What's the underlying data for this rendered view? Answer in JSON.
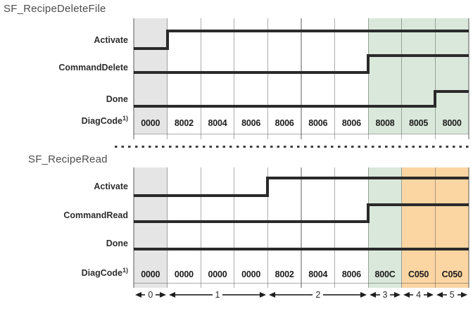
{
  "footnote_mark": "1)",
  "colors": {
    "highlight_gray": "#e5e5e5",
    "highlight_green": "#d9e8db",
    "highlight_orange": "#fbd5a2",
    "signal_line": "#2a2a2a",
    "grid_line": "rgba(74,74,74,0.45)",
    "text": "#333333"
  },
  "diagrams": [
    {
      "title": "SF_RecipeDeleteFile",
      "signals": [
        {
          "label": "Activate",
          "rises_at_column": 1
        },
        {
          "label": "CommandDelete",
          "rises_at_column": 7
        },
        {
          "label": "Done",
          "rises_at_column": 9
        }
      ],
      "diag_label": "DiagCode",
      "diag_codes": [
        "0000",
        "8002",
        "8004",
        "8006",
        "8006",
        "8006",
        "8006",
        "8008",
        "8005",
        "8000"
      ],
      "column_highlights": {
        "gray": [
          0
        ],
        "green": [
          7,
          8,
          9
        ],
        "orange": []
      }
    },
    {
      "title": "SF_RecipeRead",
      "signals": [
        {
          "label": "Activate",
          "rises_at_column": 4
        },
        {
          "label": "CommandRead",
          "rises_at_column": 7
        },
        {
          "label": "Done",
          "rises_at_column": null
        }
      ],
      "diag_label": "DiagCode",
      "diag_codes": [
        "0000",
        "0000",
        "0000",
        "0000",
        "8002",
        "8004",
        "8006",
        "800C",
        "C050",
        "C050"
      ],
      "column_highlights": {
        "gray": [
          0
        ],
        "green": [
          7
        ],
        "orange": [
          8,
          9
        ]
      }
    }
  ],
  "axis_phases": [
    {
      "label": "0",
      "from_column": 0,
      "to_column": 1
    },
    {
      "label": "1",
      "from_column": 1,
      "to_column": 4
    },
    {
      "label": "2",
      "from_column": 4,
      "to_column": 7
    },
    {
      "label": "3",
      "from_column": 7,
      "to_column": 8
    },
    {
      "label": "4",
      "from_column": 8,
      "to_column": 9
    },
    {
      "label": "5",
      "from_column": 9,
      "to_column": 10
    }
  ]
}
